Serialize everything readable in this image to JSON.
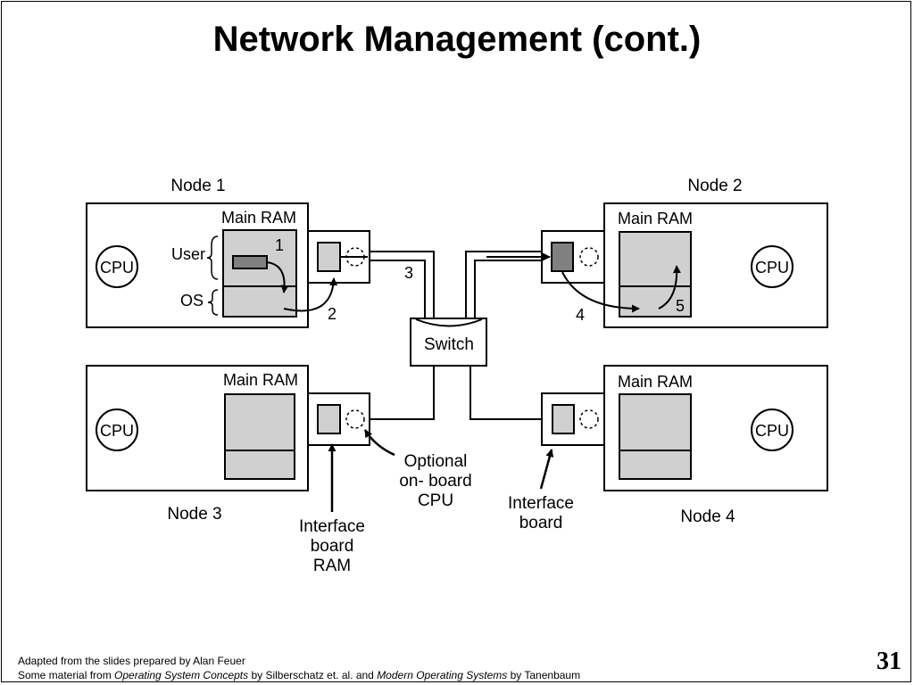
{
  "title": "Network Management (cont.)",
  "colors": {
    "memory_fill": "#d0d0d0",
    "buffer_fill": "#808080",
    "line": "#000000"
  },
  "nodes": [
    {
      "label": "Node 1",
      "main_ram": "Main RAM",
      "cpu": "CPU"
    },
    {
      "label": "Node 2",
      "main_ram": "Main RAM",
      "cpu": "CPU"
    },
    {
      "label": "Node 3",
      "main_ram": "Main RAM",
      "cpu": "CPU"
    },
    {
      "label": "Node 4",
      "main_ram": "Main RAM",
      "cpu": "CPU"
    }
  ],
  "memory_labels": {
    "user": "User",
    "os": "OS"
  },
  "switch_label": "Switch",
  "steps": [
    "1",
    "2",
    "3",
    "4",
    "5"
  ],
  "callouts": {
    "optional_cpu": [
      "Optional",
      "on- board",
      "CPU"
    ],
    "interface_ram": [
      "Interface",
      "board",
      "RAM"
    ],
    "interface_board": [
      "Interface",
      "board"
    ]
  },
  "footer": {
    "line1": "Adapted from the slides prepared by Alan Feuer",
    "line2_prefix": "Some material from ",
    "book1": "Operating System Concepts",
    "line2_mid": " by Silberschatz et. al. and ",
    "book2": "Modern Operating Systems",
    "line2_suffix": " by Tanenbaum"
  },
  "page_number": "31"
}
